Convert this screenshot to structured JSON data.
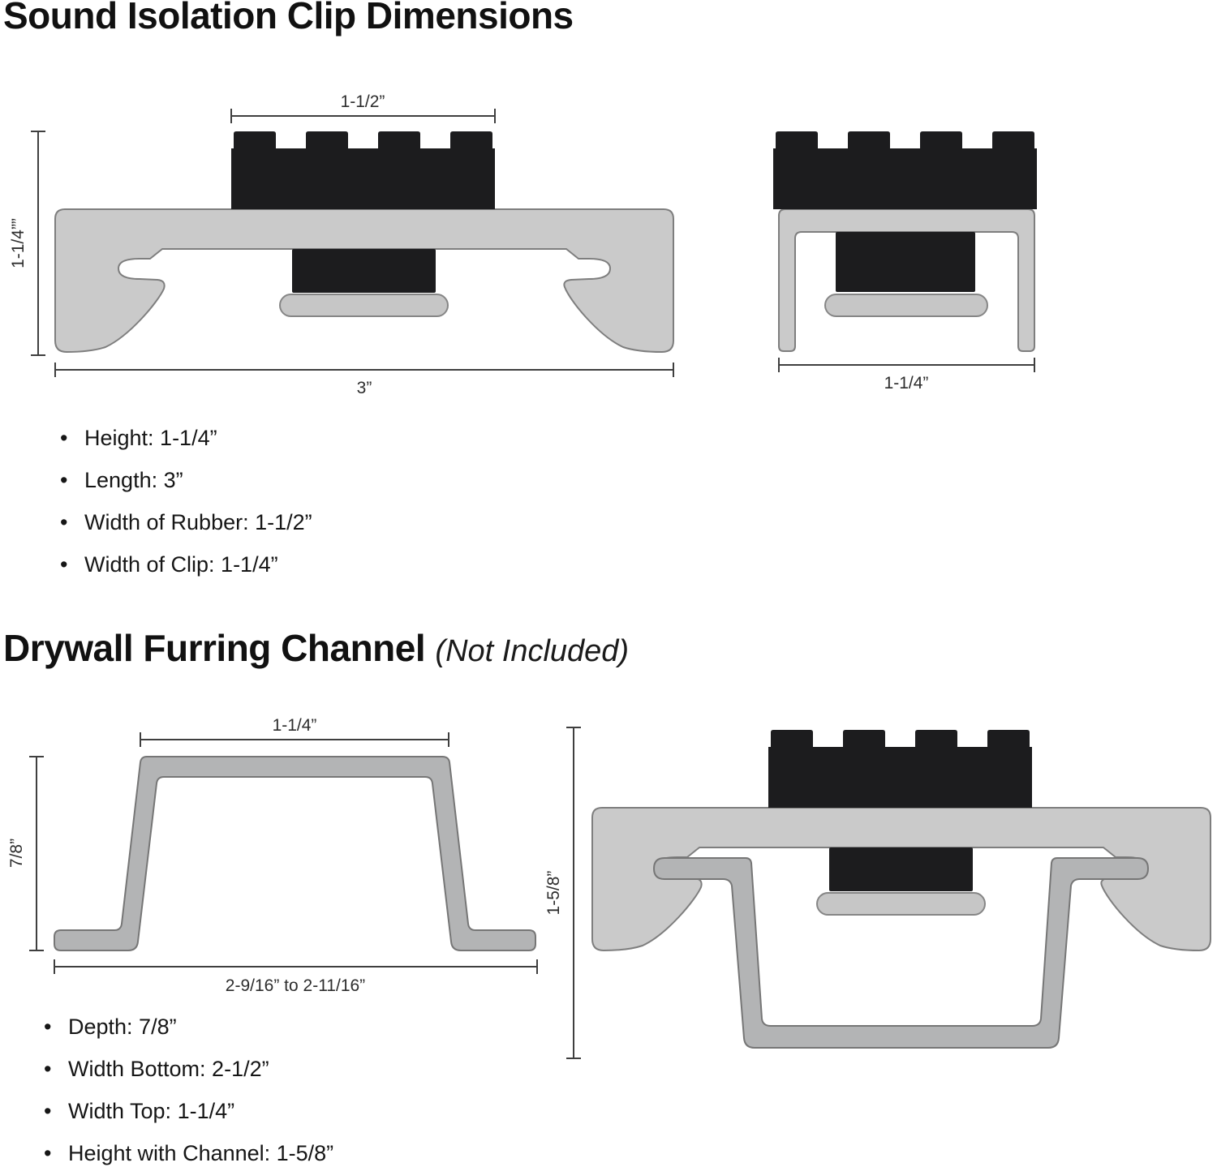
{
  "page": {
    "background": "#ffffff"
  },
  "section1": {
    "title": "Sound Isolation Clip Dimensions",
    "bullets": [
      "Height: 1-1/4”",
      "Length: 3”",
      "Width of Rubber: 1-1/2”",
      "Width of Clip: 1-1/4”"
    ]
  },
  "section2": {
    "title": "Drywall Furring Channel",
    "title_note": "(Not Included)",
    "bullets": [
      "Depth: 7/8”",
      "Width Bottom: 2-1/2”",
      "Width Top: 1-1/4”",
      "Height with Channel: 1-5/8”"
    ]
  },
  "dims": {
    "front_rubber_width": "1-1/2”",
    "front_height": "1-1/4””",
    "front_length": "3”",
    "side_width": "1-1/4”",
    "channel_top_width": "1-1/4”",
    "channel_depth": "7/8”",
    "channel_bottom_width": "2-9/16” to 2-11/16”",
    "assembly_height": "1-5/8”"
  },
  "colors": {
    "clip_gray": "#cacaca",
    "channel_gray": "#b3b4b5",
    "rubber_black": "#1c1c1e",
    "outline": "#7e7e7e",
    "dimension_lines": "#3f3f3f"
  }
}
